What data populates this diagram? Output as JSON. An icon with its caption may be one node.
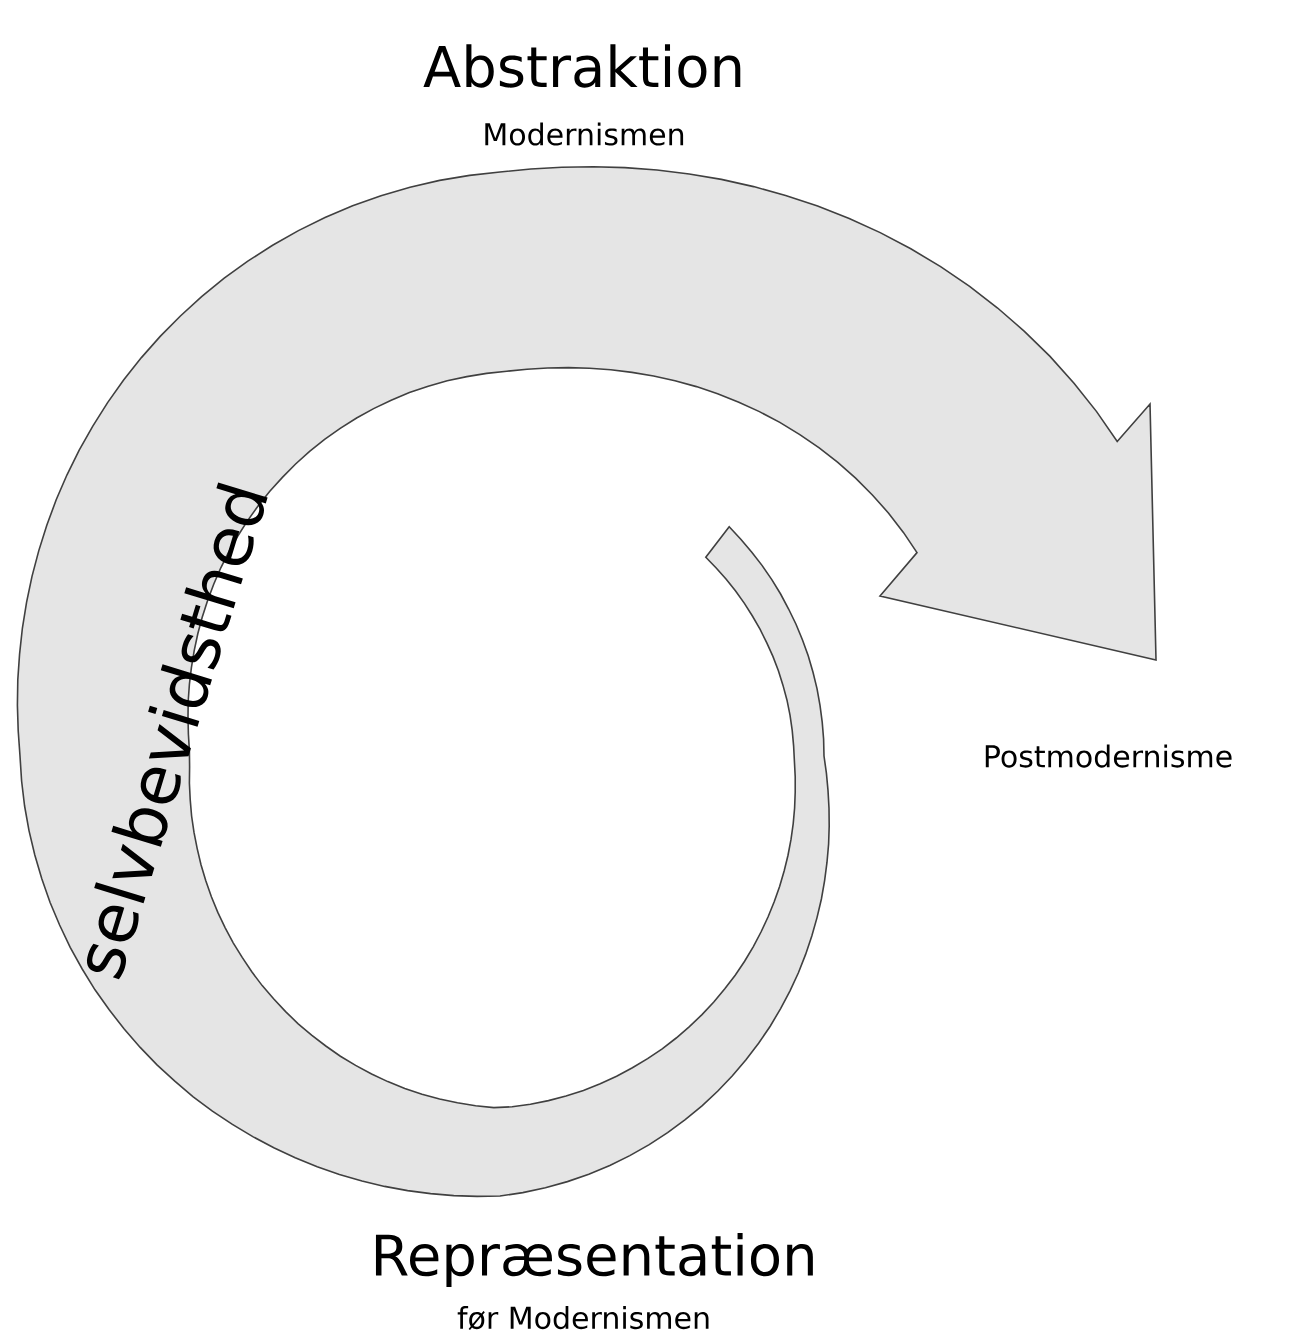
{
  "diagram": {
    "nodes": [
      {
        "text": [
          "selvbevidsthed"
        ]
      }
    ],
    "labels": [
      "Abstraktion",
      "Modernismen",
      "Postmodernisme",
      "Repræsentation",
      "før Modernismen"
    ]
  }
}
